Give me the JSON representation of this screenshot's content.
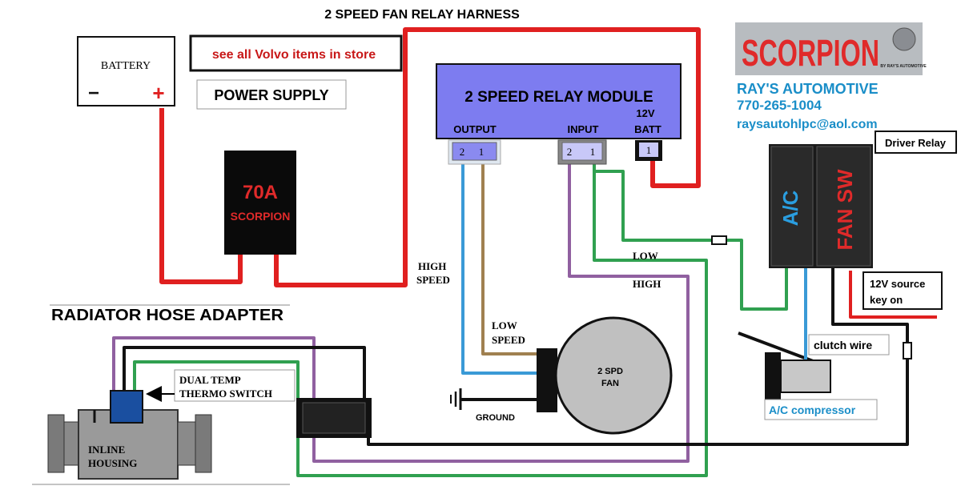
{
  "title": "2 SPEED FAN RELAY HARNESS",
  "battery": {
    "label": "BATTERY",
    "minus": "−",
    "plus": "+"
  },
  "store_link": "see all Volvo items in store",
  "power_supply": "POWER SUPPLY",
  "fuse": {
    "amps": "70A",
    "brand": "SCORPION"
  },
  "module": {
    "title": "2 SPEED RELAY MODULE",
    "output_label": "OUTPUT",
    "input_label": "INPUT",
    "batt_label_1": "12V",
    "batt_label_2": "BATT",
    "output_pins": [
      "2",
      "1"
    ],
    "input_pins": [
      "2",
      "1"
    ],
    "batt_pin": "1"
  },
  "brand": {
    "logo_text": "SCORPION",
    "logo_sub": "BY RAY'S AUTOMOTIVE",
    "company": "RAY'S AUTOMOTIVE",
    "phone": "770-265-1004",
    "email": "raysautohlpc@aol.com"
  },
  "driver_relay": {
    "label": "Driver Relay",
    "ac": "A/C",
    "fan_sw": "FAN SW"
  },
  "source_12v": {
    "line1": "12V source",
    "line2": "key on"
  },
  "clutch_wire": "clutch wire",
  "ac_compressor": "A/C compressor",
  "wire_labels": {
    "high_speed_1": "HIGH",
    "high_speed_2": "SPEED",
    "low": "LOW",
    "high": "HIGH",
    "low_speed_1": "LOW",
    "low_speed_2": "SPEED",
    "ground": "GROUND"
  },
  "fan": {
    "line1": "2 SPD",
    "line2": "FAN"
  },
  "radiator_hose_adapter": "RADIATOR HOSE ADAPTER",
  "thermo_switch": {
    "line1": "DUAL TEMP",
    "line2": "THERMO SWITCH"
  },
  "housing": {
    "line1": "INLINE",
    "line2": "HOUSING"
  },
  "colors": {
    "red_wire": "#e02020",
    "blue_wire": "#3a9ad6",
    "brown_wire": "#a08050",
    "purple_wire": "#9060a0",
    "green_wire": "#30a050",
    "black_wire": "#111111",
    "module_blue": "#7d7cf0",
    "logo_red": "#e02a2a",
    "brand_teal": "#1a8ec8"
  }
}
